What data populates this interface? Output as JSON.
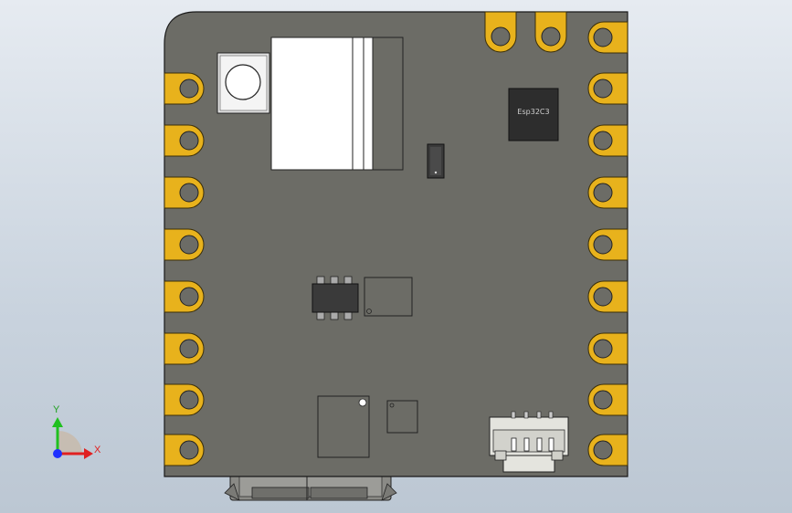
{
  "viewport": {
    "background_top": "#e6ebf1",
    "background_bottom": "#bcc7d3"
  },
  "board": {
    "pcb_color": "#6c6c66",
    "pad_color": "#e8b21c",
    "pad_outline": "#3a2e08",
    "mcu_marking": "Esp32C3"
  },
  "triad": {
    "x_label": "X",
    "y_label": "Y",
    "x_color": "#e02020",
    "y_color": "#20c020",
    "z_color": "#2030ff"
  }
}
